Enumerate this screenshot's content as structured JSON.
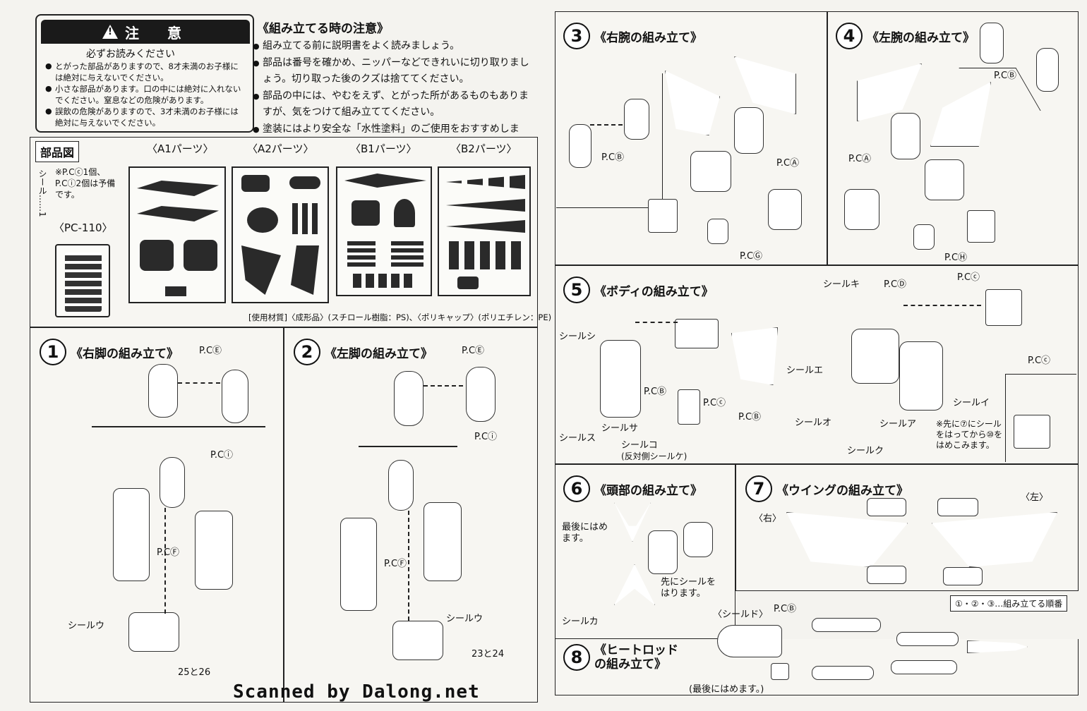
{
  "warning": {
    "title": "注　意",
    "subtitle": "必ずお読みください",
    "items": [
      "とがった部品がありますので、8才未満のお子様には絶対に与えないでください。",
      "小さな部品があります。口の中には絶対に入れないでください。窒息などの危険があります。",
      "誤飲の危険がありますので、3才未満のお子様には絶対に与えないでください。"
    ]
  },
  "assembly_notes": {
    "title": "《組み立てる時の注意》",
    "items": [
      "組み立てる前に説明書をよく読みましょう。",
      "部品は番号を確かめ、ニッパーなどできれいに切り取りましょう。切り取った後のクズは捨ててください。",
      "部品の中には、やむをえず、とがった所があるものもありますが、気をつけて組み立ててください。",
      "塗装にはより安全な「水性塗料」のご使用をおすすめします。"
    ]
  },
  "parts": {
    "title": "部品図",
    "seal_label": "シール……1",
    "spare_note": "※P.Cⓒ1個、P.Cⓘ2個は予備です。",
    "pc_label": "〈PC-110〉",
    "runners": [
      "〈A1パーツ〉",
      "〈A2パーツ〉",
      "〈B1パーツ〉",
      "〈B2パーツ〉"
    ],
    "material": "[使用材質]〈成形品〉(スチロール樹脂：PS)、〈ポリキャップ〉(ポリエチレン：PE)"
  },
  "steps": {
    "s1": {
      "num": "1",
      "title": "《右脚の組み立て》",
      "labels": [
        "P.CⒺ",
        "P.Cⓘ",
        "P.CⒻ",
        "シールウ",
        "25と26"
      ]
    },
    "s2": {
      "num": "2",
      "title": "《左脚の組み立て》",
      "labels": [
        "P.CⒺ",
        "P.Cⓘ",
        "P.CⒻ",
        "シールウ",
        "23と24"
      ]
    },
    "s3": {
      "num": "3",
      "title": "《右腕の組み立て》",
      "labels": [
        "P.CⒷ",
        "P.CⒶ",
        "P.CⒼ"
      ]
    },
    "s4": {
      "num": "4",
      "title": "《左腕の組み立て》",
      "labels": [
        "P.CⒷ",
        "P.CⒶ",
        "P.CⒽ"
      ]
    },
    "s5": {
      "num": "5",
      "title": "《ボディの組み立て》",
      "labels": [
        "シールキ",
        "P.CⒹ",
        "P.Cⓒ",
        "シールシ",
        "P.CⒷ",
        "P.Cⓒ",
        "P.CⒷ",
        "シールエ",
        "シールイ",
        "シールオ",
        "シールア",
        "シールク",
        "シールス",
        "シールサ",
        "シールコ",
        "(反対側シールケ)",
        "P.Cⓒ"
      ],
      "note": "※先に⑦にシールをはってから⑩をはめこみます。"
    },
    "s6": {
      "num": "6",
      "title": "《頭部の組み立て》",
      "labels": [
        "最後にはめます。",
        "先にシールをはります。",
        "シールカ"
      ]
    },
    "s7": {
      "num": "7",
      "title": "《ウイングの組み立て》",
      "left": "〈左〉",
      "right": "〈右〉",
      "order_note": "①・②・③…組み立てる順番"
    },
    "s8": {
      "num": "8",
      "title": "《ヒートロッドの組み立て》",
      "labels": [
        "〈シールド〉",
        "P.CⒷ",
        "(最後にはめます。)"
      ]
    }
  },
  "watermark": "Scanned by Dalong.net"
}
